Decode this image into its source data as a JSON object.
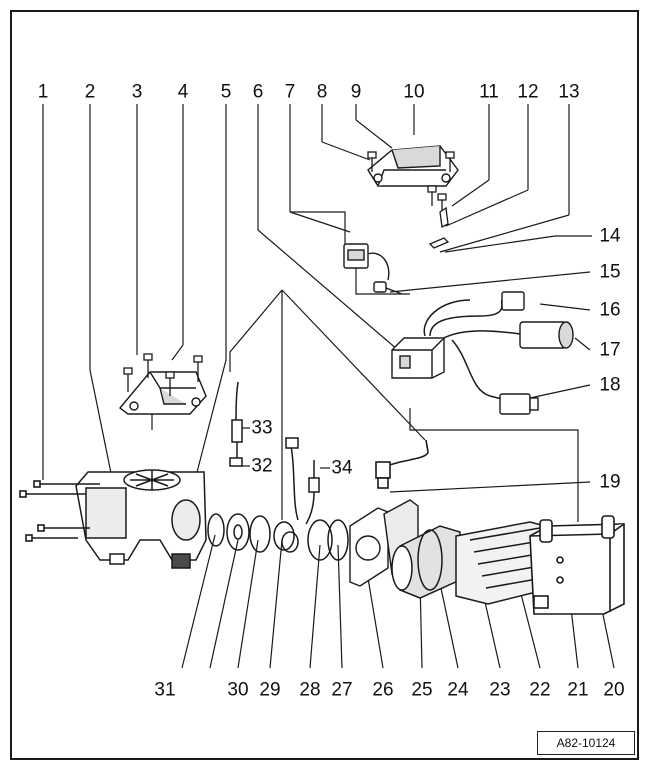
{
  "figure": {
    "reference_code": "A82-10124",
    "callouts": [
      "1",
      "2",
      "3",
      "4",
      "5",
      "6",
      "7",
      "8",
      "9",
      "10",
      "11",
      "12",
      "13",
      "14",
      "15",
      "16",
      "17",
      "18",
      "19",
      "20",
      "21",
      "22",
      "23",
      "24",
      "25",
      "26",
      "27",
      "28",
      "29",
      "30",
      "31",
      "32",
      "33",
      "34"
    ]
  },
  "colors": {
    "line": "#1a1a1a",
    "part_fill": "#ffffff",
    "shade": "#d9d9d9",
    "dark": "#4a4a4a"
  }
}
